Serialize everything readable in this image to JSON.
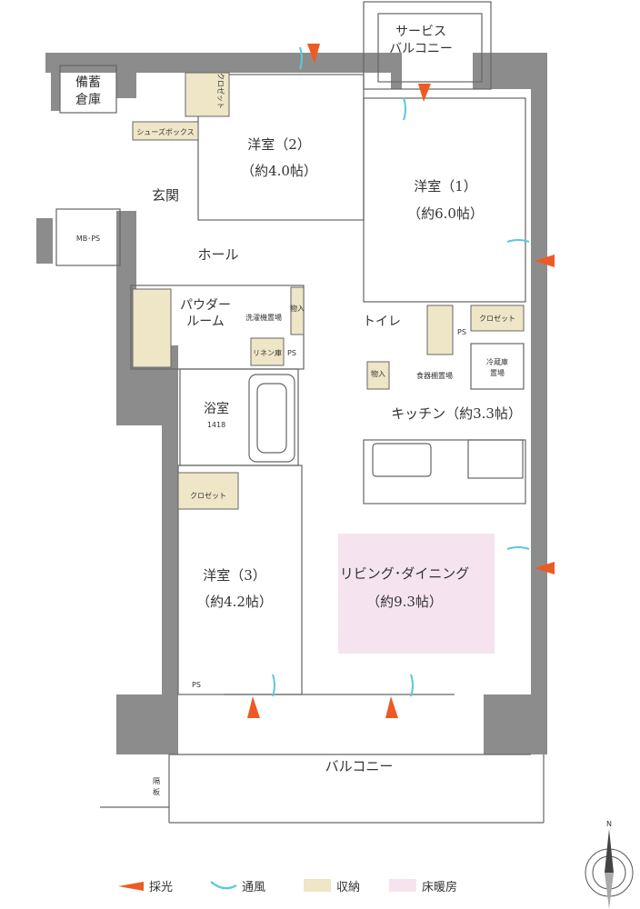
{
  "rooms": {
    "service_balcony": [
      "サービス",
      "バルコニー"
    ],
    "storage": [
      "備蓄",
      "倉庫"
    ],
    "mbps": "MB･PS",
    "shoe_box": "シューズボックス",
    "closet_top": "クロゼット",
    "entrance": "玄関",
    "hall": "ホール",
    "room2": [
      "洋室（2）",
      "（約4.0帖）"
    ],
    "room1": [
      "洋室（1）",
      "（約6.0帖）"
    ],
    "powder": [
      "パウダー",
      "ルーム"
    ],
    "washer": "洗濯機置場",
    "linen": "リネン庫",
    "storage_mono1": "物入",
    "ps1": "PS",
    "toilet": "トイレ",
    "ps2": "PS",
    "closet_kitchen": "クロゼット",
    "fridge": [
      "冷蔵庫",
      "置場"
    ],
    "storage_mono2": "物入",
    "cupboard": "食器棚置場",
    "bath": [
      "浴室",
      "1418"
    ],
    "kitchen": "キッチン（約3.3帖）",
    "closet3": "クロゼット",
    "room3": [
      "洋室（3）",
      "（約4.2帖）"
    ],
    "ps3": "PS",
    "living": [
      "リビング･ダイニング",
      "（約9.3帖）"
    ],
    "balcony": "バルコニー",
    "partition": [
      "隔",
      "板"
    ]
  },
  "compass": "N",
  "legend": [
    {
      "label": "採光",
      "key": "light"
    },
    {
      "label": "通風",
      "key": "wind"
    },
    {
      "label": "収納",
      "key": "storage"
    },
    {
      "label": "床暖房",
      "key": "floor-heating"
    }
  ],
  "colors": {
    "light": "#ee5a24",
    "wind": "#5bc8e0",
    "storage": "#efe6c8",
    "floor_heating": "#f5e4ef",
    "wall": "#8c8c8c"
  }
}
